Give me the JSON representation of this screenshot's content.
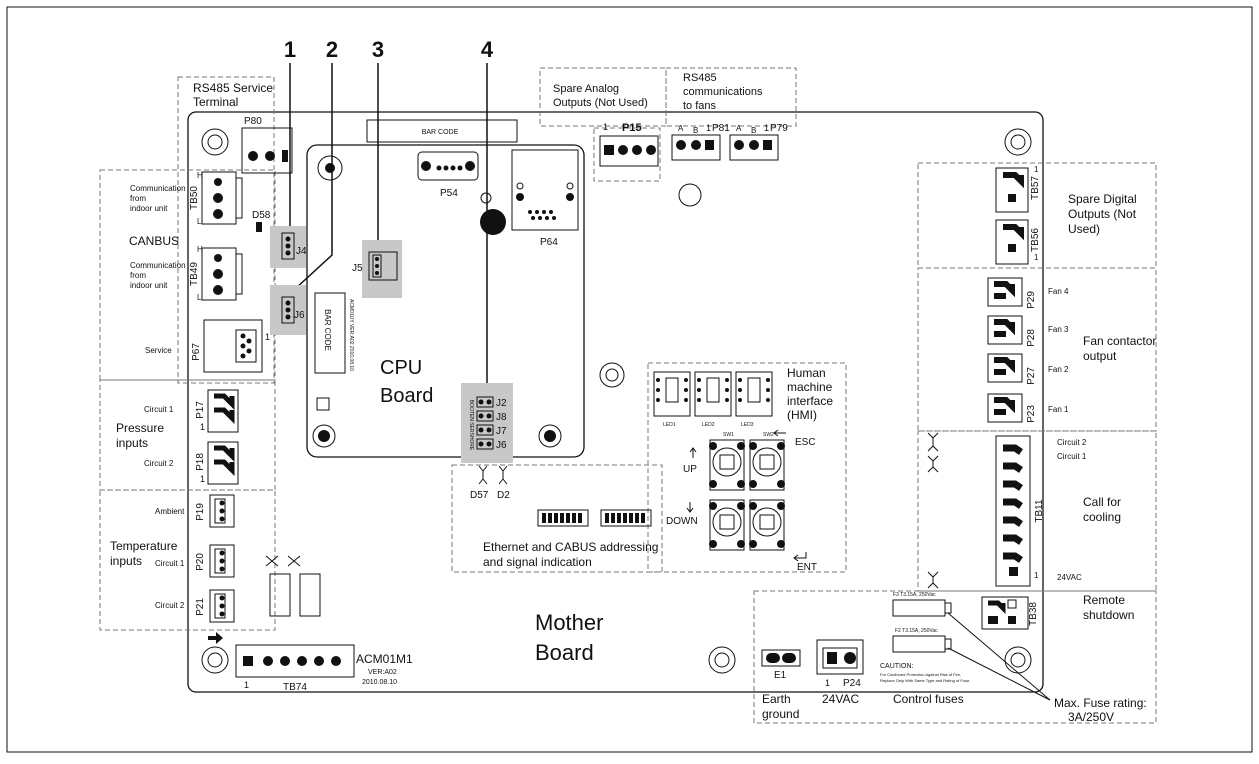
{
  "callouts": [
    "1",
    "2",
    "3",
    "4"
  ],
  "boards": {
    "cpu": [
      "CPU",
      "Board"
    ],
    "mother": [
      "Mother",
      "Board"
    ],
    "model": "ACM01M1",
    "version": "VER:A02",
    "date": "2010.08.10"
  },
  "groups": {
    "rs485_service": [
      "RS485 Service",
      "Terminal"
    ],
    "spare_analog": [
      "Spare Analog",
      "Outputs (Not Used)"
    ],
    "rs485_fans": [
      "RS485",
      "communications",
      "to fans"
    ],
    "canbus": "CANBUS",
    "pressure": [
      "Pressure",
      "inputs"
    ],
    "temperature": [
      "Temperature",
      "inputs"
    ],
    "spare_digital": [
      "Spare Digital",
      "Outputs (Not",
      "Used)"
    ],
    "fan_contactor": [
      "Fan contactor",
      "output"
    ],
    "call_cooling": [
      "Call for",
      "cooling"
    ],
    "remote_shutdown": [
      "Remote",
      "shutdown"
    ],
    "hmi": [
      "Human",
      "machine",
      "interface",
      "(HMI)"
    ],
    "ethernet": [
      "Ethernet and CABUS addressing",
      "and signal indication"
    ],
    "earth": [
      "Earth",
      "ground"
    ],
    "vac24": "24VAC",
    "control_fuses": "Control fuses",
    "max_fuse": [
      "Max. Fuse rating:",
      "3A/250V"
    ]
  },
  "connectors": {
    "P80": "P80",
    "P15": "P15",
    "P81": "P81",
    "P79": "P79",
    "P54": "P54",
    "P64": "P64",
    "TB50": "TB50",
    "TB49": "TB49",
    "P67": "P67",
    "P17": "P17",
    "P18": "P18",
    "P19": "P19",
    "P20": "P20",
    "P21": "P21",
    "TB74": "TB74",
    "TB57": "TB57",
    "TB56": "TB56",
    "P29": "P29",
    "P28": "P28",
    "P27": "P27",
    "P23": "P23",
    "TB11": "TB11",
    "TB38": "TB38",
    "E1": "E1",
    "P24": "P24",
    "D58": "D58",
    "D57": "D57",
    "D2": "D2"
  },
  "jumpers": {
    "J4": "J4",
    "J5": "J5",
    "J6": "J6",
    "J2": "J2",
    "J8": "J8",
    "J7": "J7",
    "J6b": "J6"
  },
  "small_labels": {
    "bar_code": "BAR CODE",
    "service": "Service",
    "comm": [
      "Communication",
      "from",
      "indoor unit"
    ],
    "circuit1": "Circuit 1",
    "circuit2": "Circuit 2",
    "ambient": "Ambient",
    "fan1": "Fan 1",
    "fan2": "Fan 2",
    "fan3": "Fan 3",
    "fan4": "Fan 4",
    "ab": [
      "A",
      "B",
      "1"
    ],
    "one": "1",
    "h": "H",
    "l": "L",
    "cpu_ver": "ACM01UY VER:A02 2010.08.10",
    "jumper_block": "BOOTEN SERSHORE",
    "led1": "LED1",
    "led2": "LED2",
    "led3": "LED3",
    "sw1": "SW1",
    "sw2": "SW2",
    "esc": "ESC",
    "up": "UP",
    "down": "DOWN",
    "ent": "ENT",
    "fuse_f3": "F3 T3.15A, 250Vac",
    "fuse_f2": "F2 T3.15A, 250Vac",
    "caution": "CAUTION:",
    "caution_text": [
      "For Continued Protection Against Risk of Fire,",
      "Replace Only With Same Type and Rating of Fuse."
    ],
    "vac24_small": "24VAC",
    "circuit_1_2": [
      "Circuit 2",
      "Circuit 1"
    ]
  }
}
